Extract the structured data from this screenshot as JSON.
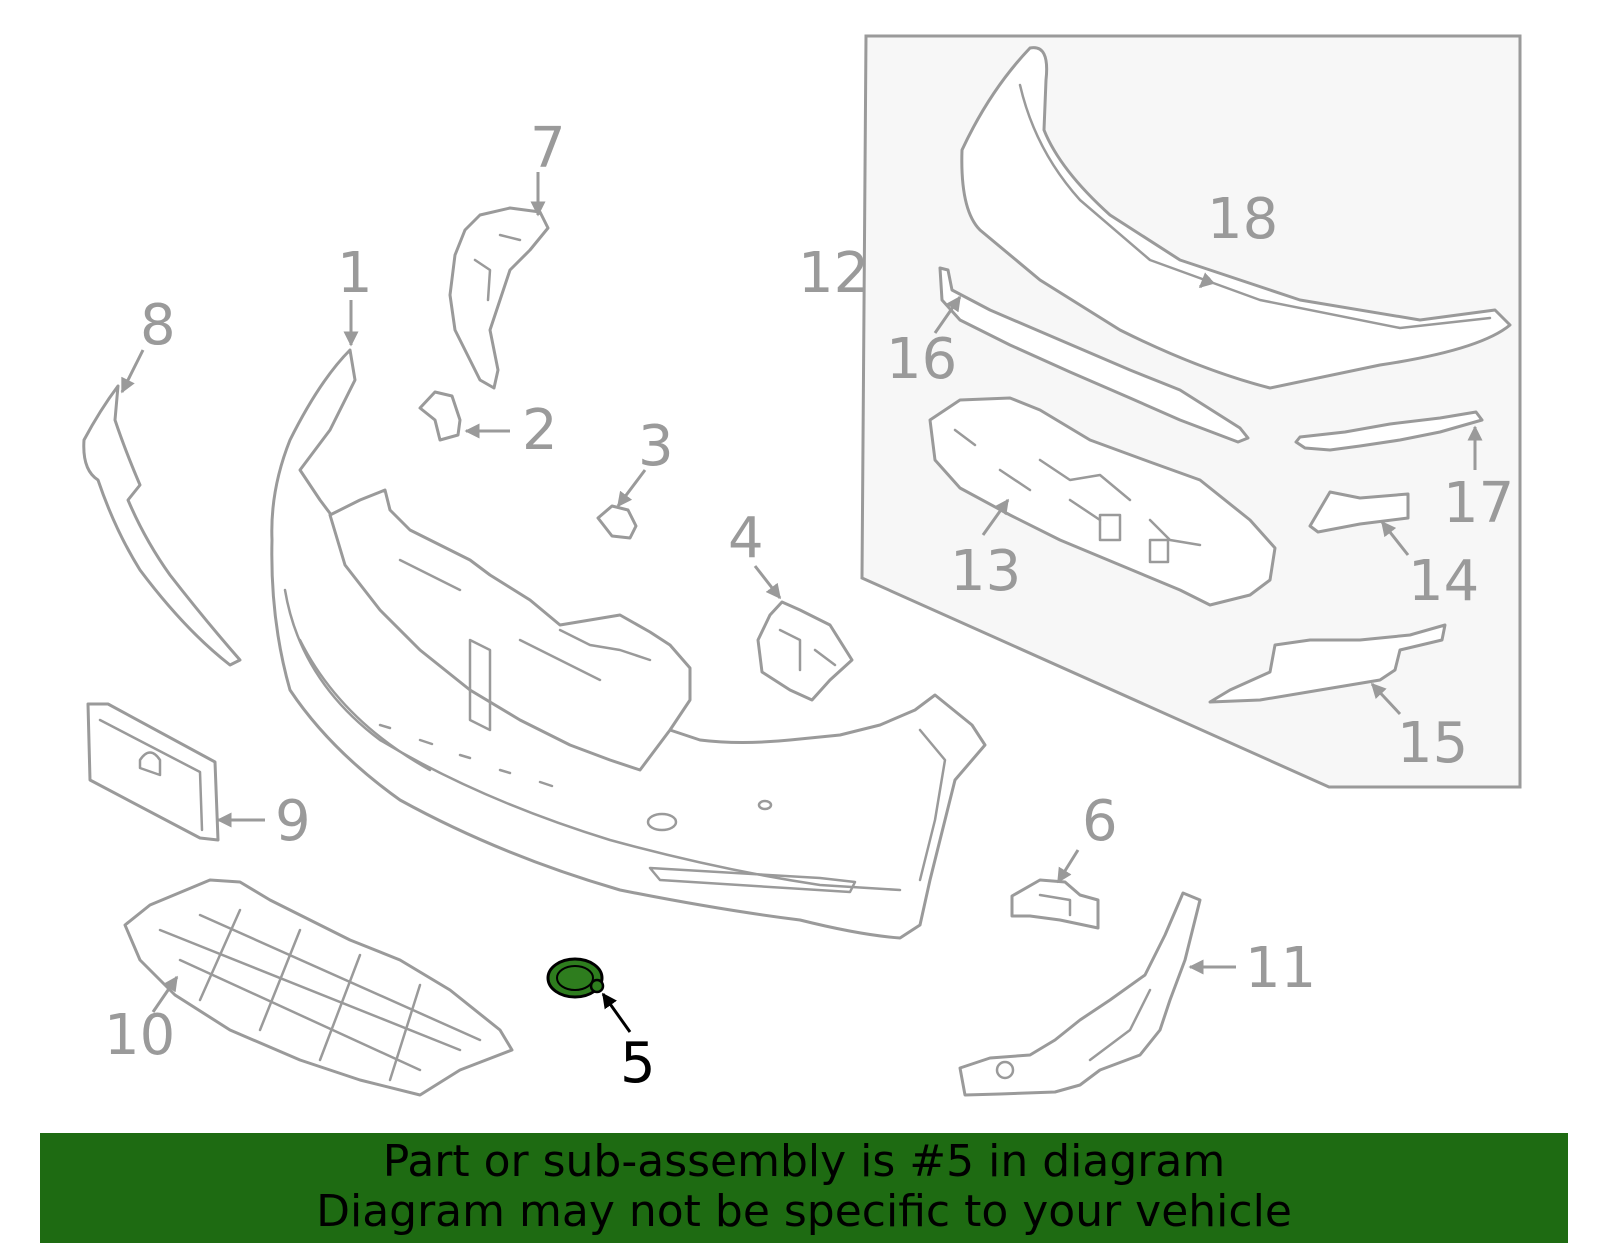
{
  "callouts": {
    "c1": "1",
    "c2": "2",
    "c3": "3",
    "c4": "4",
    "c5": "5",
    "c6": "6",
    "c7": "7",
    "c8": "8",
    "c9": "9",
    "c10": "10",
    "c11": "11",
    "c12": "12",
    "c13": "13",
    "c14": "14",
    "c15": "15",
    "c16": "16",
    "c17": "17",
    "c18": "18"
  },
  "highlighted_part": "5",
  "colors": {
    "line": "#9a9a9a",
    "highlight_fill": "#2e7d1e",
    "banner_bg": "#1e6b12",
    "inset_bg": "#f7f7f7"
  },
  "banner": {
    "line1": "Part or sub-assembly is #5 in diagram",
    "line2": "Diagram may not be specific to your vehicle"
  }
}
